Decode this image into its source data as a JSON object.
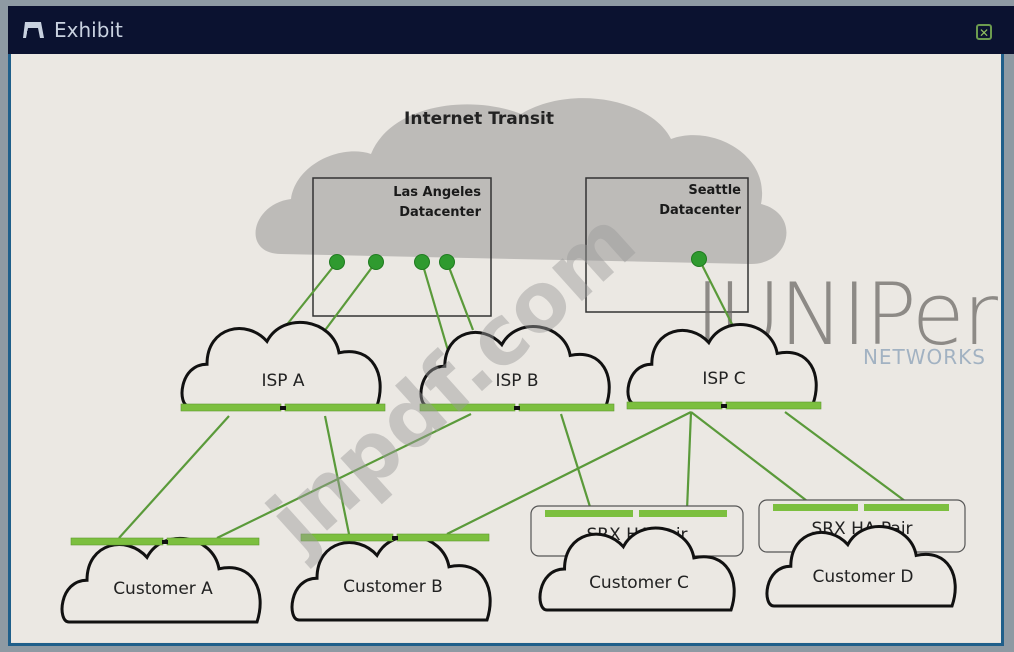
{
  "window": {
    "title": "Exhibit",
    "close_icon": "close-x-icon"
  },
  "diagram": {
    "transit": {
      "label": "Internet Transit"
    },
    "datacenters": [
      {
        "id": "la",
        "label_line1": "Las Angeles",
        "label_line2": "Datacenter",
        "ports": 4
      },
      {
        "id": "seattle",
        "label_line1": "Seattle",
        "label_line2": "Datacenter",
        "ports": 1
      }
    ],
    "isps": [
      {
        "id": "isp-a",
        "label": "ISP A"
      },
      {
        "id": "isp-b",
        "label": "ISP B"
      },
      {
        "id": "isp-c",
        "label": "ISP C"
      }
    ],
    "srx": [
      {
        "id": "srx-c",
        "label": "SRX HA Pair"
      },
      {
        "id": "srx-d",
        "label": "SRX HA Pair"
      }
    ],
    "customers": [
      {
        "id": "cust-a",
        "label": "Customer A"
      },
      {
        "id": "cust-b",
        "label": "Customer B"
      },
      {
        "id": "cust-c",
        "label": "Customer C"
      },
      {
        "id": "cust-d",
        "label": "Customer D"
      }
    ],
    "links": [
      [
        "la-port-1",
        "isp-a"
      ],
      [
        "la-port-2",
        "isp-a"
      ],
      [
        "la-port-3",
        "isp-b"
      ],
      [
        "la-port-4",
        "isp-b"
      ],
      [
        "seattle-port-1",
        "isp-c"
      ],
      [
        "isp-a",
        "cust-a"
      ],
      [
        "isp-a",
        "cust-b"
      ],
      [
        "isp-b",
        "cust-a"
      ],
      [
        "isp-b",
        "srx-c"
      ],
      [
        "isp-c",
        "cust-b"
      ],
      [
        "isp-c",
        "srx-c"
      ],
      [
        "isp-c",
        "srx-d"
      ],
      [
        "isp-c",
        "srx-d"
      ]
    ],
    "colors": {
      "link": "#5a9a3a",
      "port": "#2f9a2f",
      "bar": "#7cbf3f",
      "transit_cloud": "#b3b1ae"
    }
  },
  "watermarks": {
    "brand": "JUNIPer",
    "brand_sub": "NETWORKS",
    "diagonal": "jnpdf.com"
  }
}
